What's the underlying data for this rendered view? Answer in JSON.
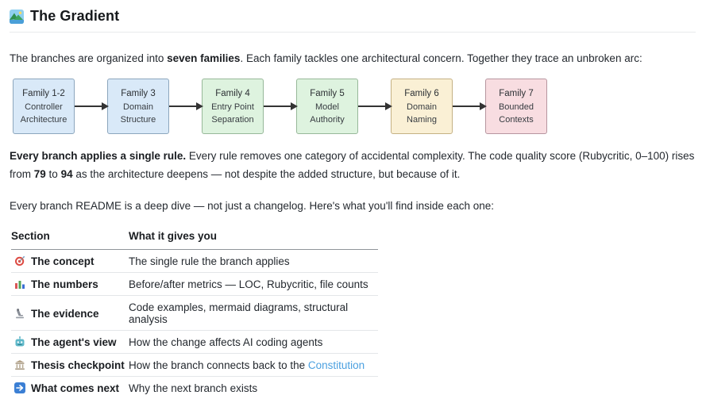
{
  "page": {
    "title": "The Gradient",
    "title_icon": "landscape-icon"
  },
  "colors": {
    "link": "#4ba0e0",
    "arrow": "#333333"
  },
  "intro": {
    "segments": [
      {
        "t": "The branches are organized into "
      },
      {
        "t": "seven families",
        "b": true
      },
      {
        "t": ". Each family tackles one architectural concern. Together they trace an unbroken arc:"
      }
    ]
  },
  "diagram": {
    "nodes": [
      {
        "title": "Family 1-2",
        "lines": [
          "Controller",
          "Architecture"
        ],
        "fill": "#d9e9f8",
        "border": "#8ca6bd"
      },
      {
        "title": "Family 3",
        "lines": [
          "Domain",
          "Structure"
        ],
        "fill": "#d9e9f8",
        "border": "#8ca6bd"
      },
      {
        "title": "Family 4",
        "lines": [
          "Entry Point",
          "Separation"
        ],
        "fill": "#def3df",
        "border": "#97b899"
      },
      {
        "title": "Family 5",
        "lines": [
          "Model",
          "Authority"
        ],
        "fill": "#def3df",
        "border": "#97b899"
      },
      {
        "title": "Family 6",
        "lines": [
          "Domain",
          "Naming"
        ],
        "fill": "#faf0d5",
        "border": "#c5b184"
      },
      {
        "title": "Family 7",
        "lines": [
          "Bounded",
          "Contexts"
        ],
        "fill": "#f8dde1",
        "border": "#b7959f"
      }
    ]
  },
  "rule_paragraph": {
    "segments": [
      {
        "t": "Every branch applies a single rule.",
        "b": true
      },
      {
        "t": " Every rule removes one category of accidental complexity. The code quality score (Rubycritic, 0–100) rises from "
      },
      {
        "t": "79",
        "b": true
      },
      {
        "t": " to "
      },
      {
        "t": "94",
        "b": true
      },
      {
        "t": " as the architecture deepens — not despite the added structure, but because of it."
      }
    ]
  },
  "readme_paragraph": {
    "segments": [
      {
        "t": "Every branch README is a deep dive — not just a changelog. Here's what you'll find inside each one:"
      }
    ]
  },
  "readme_table": {
    "headers": [
      "Section",
      "What it gives you"
    ],
    "rows": [
      {
        "icon": "target",
        "label": "The concept",
        "desc": [
          {
            "t": "The single rule the branch applies"
          }
        ]
      },
      {
        "icon": "bar-chart",
        "label": "The numbers",
        "desc": [
          {
            "t": "Before/after metrics — LOC, Rubycritic, file counts"
          }
        ]
      },
      {
        "icon": "microscope",
        "label": "The evidence",
        "desc": [
          {
            "t": "Code examples, mermaid diagrams, structural analysis"
          }
        ]
      },
      {
        "icon": "robot",
        "label": "The agent's view",
        "desc": [
          {
            "t": "How the change affects AI coding agents"
          }
        ]
      },
      {
        "icon": "classical-building",
        "label": "Thesis checkpoint",
        "desc": [
          {
            "t": "How the branch connects back to the "
          },
          {
            "t": "Constitution",
            "link": true
          }
        ]
      },
      {
        "icon": "arrow-right",
        "label": "What comes next",
        "desc": [
          {
            "t": "Why the next branch exists"
          }
        ]
      }
    ]
  }
}
